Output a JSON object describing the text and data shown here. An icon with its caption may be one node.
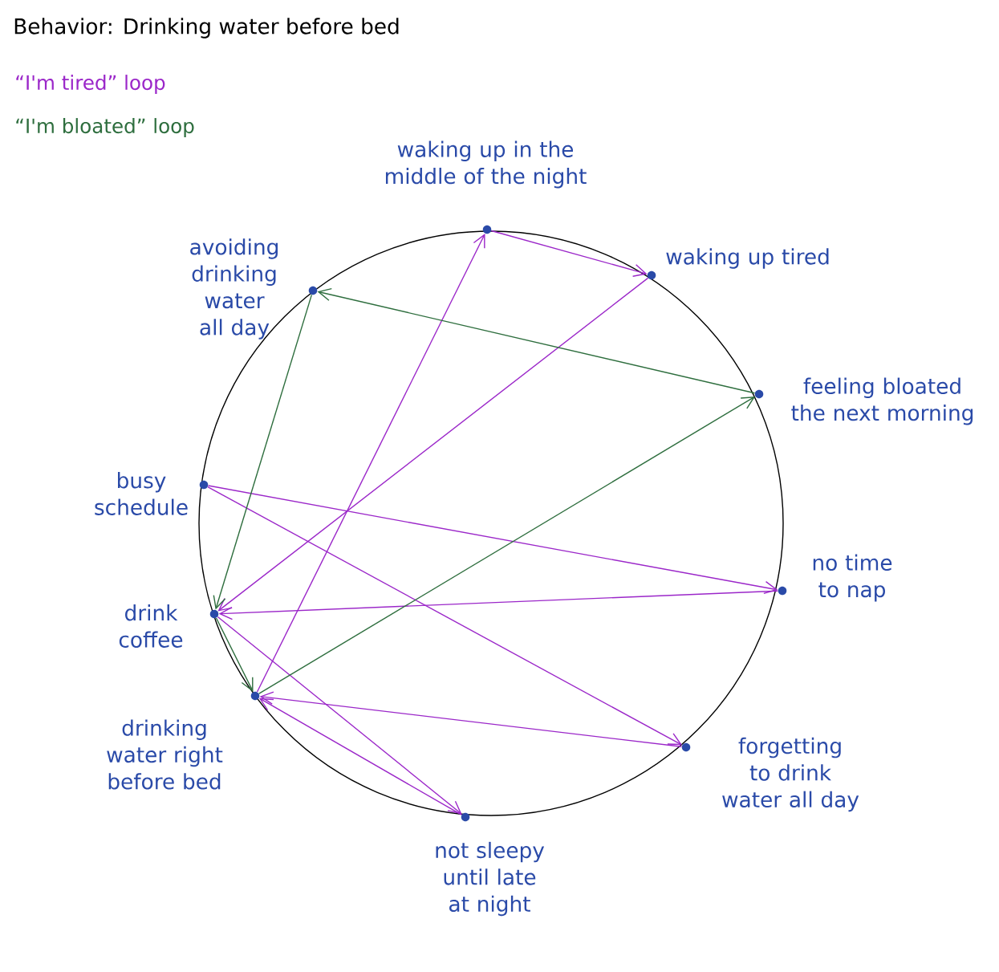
{
  "diagram": {
    "title": "Behavior: Drinking water before bed",
    "nodes": [
      {
        "text": [
          "waking up in the middle of the night"
        ]
      },
      {
        "text": [
          "waking up tired"
        ]
      },
      {
        "text": [
          "feeling bloated the next morning"
        ]
      },
      {
        "text": [
          "no time to nap"
        ]
      },
      {
        "text": [
          "forgetting to drink water all day"
        ]
      },
      {
        "text": [
          "not sleepy until late at night"
        ]
      },
      {
        "text": [
          "drinking water right before bed"
        ]
      },
      {
        "text": [
          "drink coffee"
        ]
      },
      {
        "text": [
          "busy schedule"
        ]
      },
      {
        "text": [
          "avoiding drinking water all day"
        ]
      }
    ],
    "edges": [
      {
        "from": 0,
        "to": 1,
        "arrow": "to"
      },
      {
        "from": 1,
        "to": 7,
        "arrow": "to"
      },
      {
        "from": 8,
        "to": 3,
        "arrow": "to"
      },
      {
        "from": 3,
        "to": 7,
        "arrow": "to"
      },
      {
        "from": 8,
        "to": 4,
        "arrow": "to"
      },
      {
        "from": 4,
        "to": 6,
        "arrow": "to"
      },
      {
        "from": 6,
        "to": 0,
        "arrow": "to"
      },
      {
        "from": 7,
        "to": 5,
        "arrow": "to"
      },
      {
        "from": 5,
        "to": 6,
        "arrow": "to"
      },
      {
        "from": 2,
        "to": 9,
        "arrow": "to",
        "color": "#2e6e3e"
      },
      {
        "from": 9,
        "to": 7,
        "arrow": "to",
        "color": "#2e6e3e"
      },
      {
        "from": 7,
        "to": 6,
        "arrow": "to",
        "color": "#2e6e3e"
      },
      {
        "from": 6,
        "to": 2,
        "arrow": "to",
        "color": "#2e6e3e"
      }
    ],
    "legend": [
      {
        "text": "“I'm tired” loop",
        "color": "#9b27c9"
      },
      {
        "text": "“I'm bloated” loop",
        "color": "#2e6e3e"
      }
    ]
  }
}
